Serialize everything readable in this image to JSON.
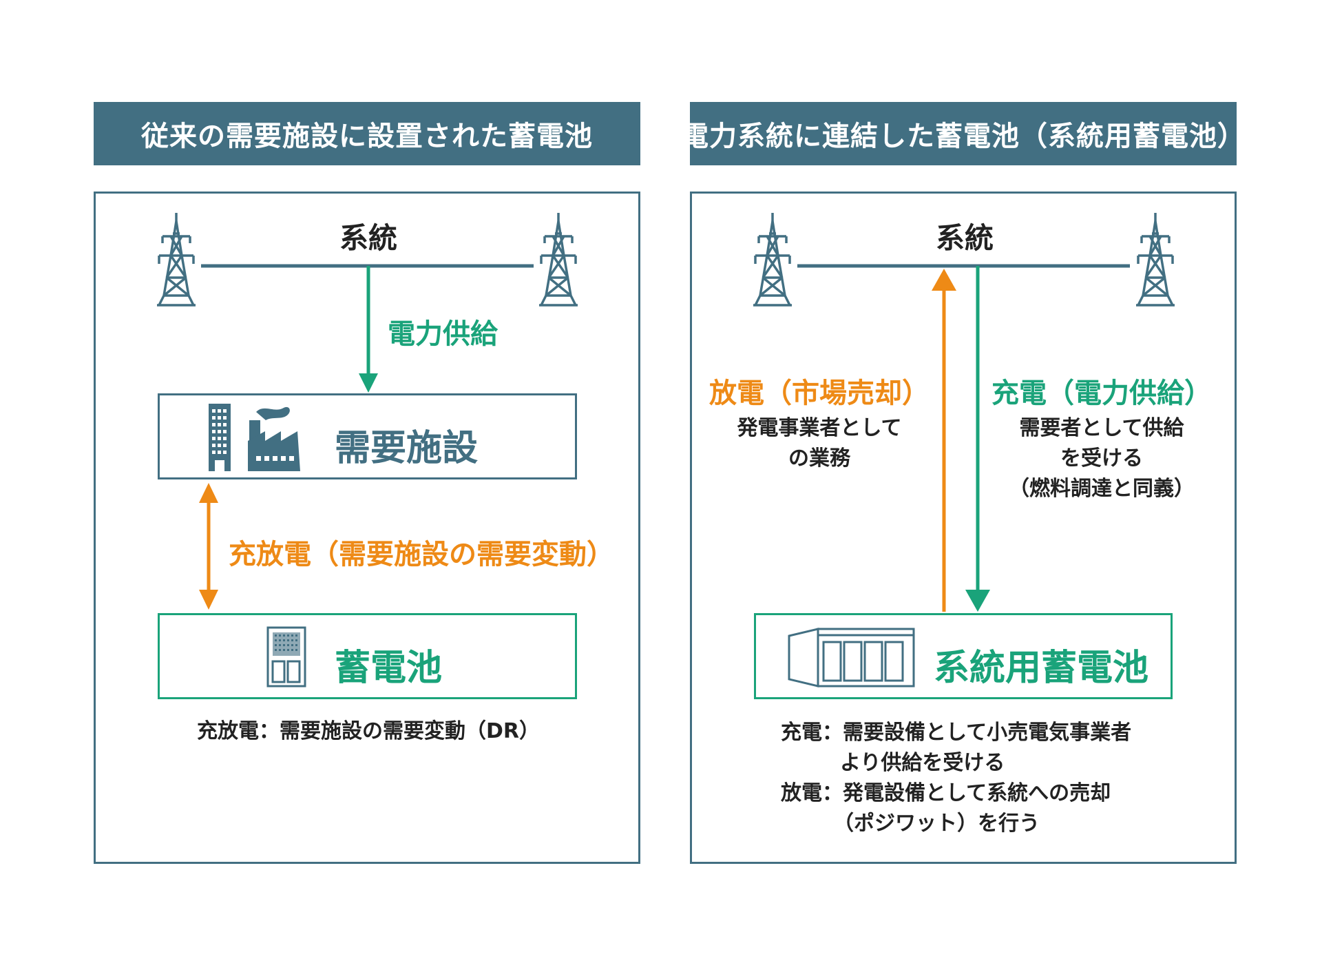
{
  "left": {
    "header": "従来の需要施設に設置された蓄電池",
    "grid_label": "系統",
    "supply_label": "電力供給",
    "facility_label": "需要施設",
    "charge_discharge_label": "充放電（需要施設の需要変動）",
    "battery_label": "蓄電池",
    "note": "充放電：需要施設の需要変動（DR）"
  },
  "right": {
    "header": "電力系統に連結した蓄電池（系統用蓄電池）",
    "grid_label": "系統",
    "discharge": {
      "title": "放電（市場売却）",
      "lines": [
        "発電事業者として",
        "の業務"
      ]
    },
    "charge": {
      "title": "充電（電力供給）",
      "lines": [
        "需要者として供給",
        "を受ける",
        "（燃料調達と同義）"
      ]
    },
    "battery_label": "系統用蓄電池",
    "notes": [
      "充電：需要設備として小売電気事業者",
      "より供給を受ける",
      "放電：発電設備として系統への売却",
      "（ポジワット）を行う"
    ]
  },
  "colors": {
    "slate": "#426f82",
    "teal": "#1aa37a",
    "orange": "#ee8a16"
  },
  "icons": [
    "transmission-tower-icon",
    "building-icon",
    "factory-icon",
    "battery-cabinet-icon",
    "grid-battery-container-icon"
  ]
}
